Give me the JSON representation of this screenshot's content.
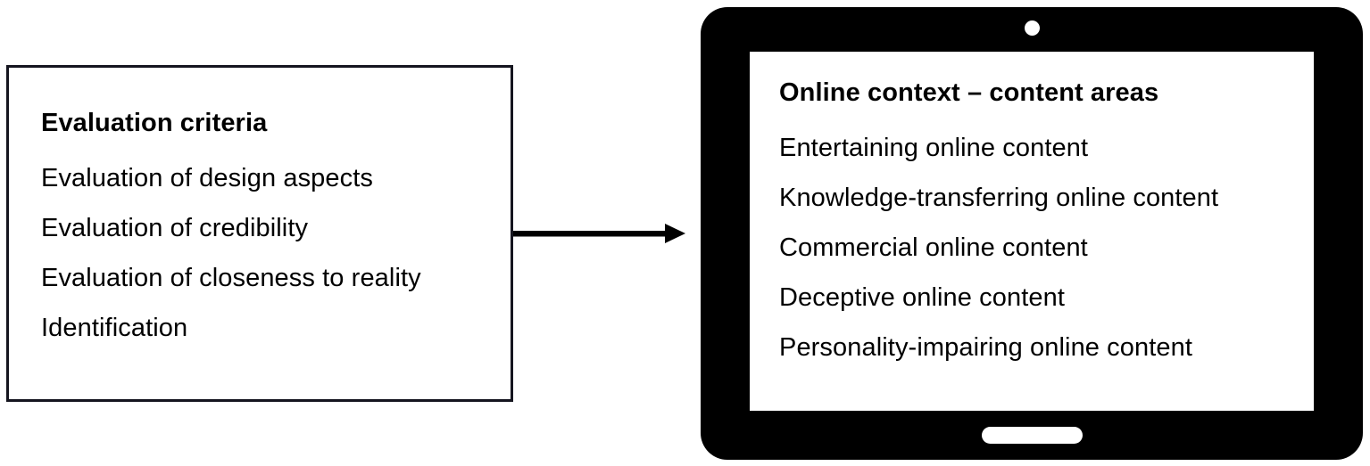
{
  "diagram": {
    "background_color": "#ffffff",
    "ink_color": "#000000",
    "box_border_color": "#15151f",
    "criteria_panel": {
      "title": "Evaluation criteria",
      "items": [
        "Evaluation of design aspects",
        "Evaluation of credibility",
        "Evaluation of closeness to reality",
        "Identification"
      ]
    },
    "connector": {
      "icon": "right-arrow-icon",
      "direction": "left-to-right",
      "label": ""
    },
    "tablet": {
      "frame_color": "#000000",
      "screen_color": "#ffffff",
      "camera_icon": "camera-dot-icon",
      "home_button_icon": "home-button-icon",
      "screen": {
        "title": "Online context – content areas",
        "items": [
          "Entertaining online content",
          "Knowledge-transferring online content",
          "Commercial online content",
          "Deceptive online content",
          "Personality-impairing online content"
        ]
      }
    }
  }
}
